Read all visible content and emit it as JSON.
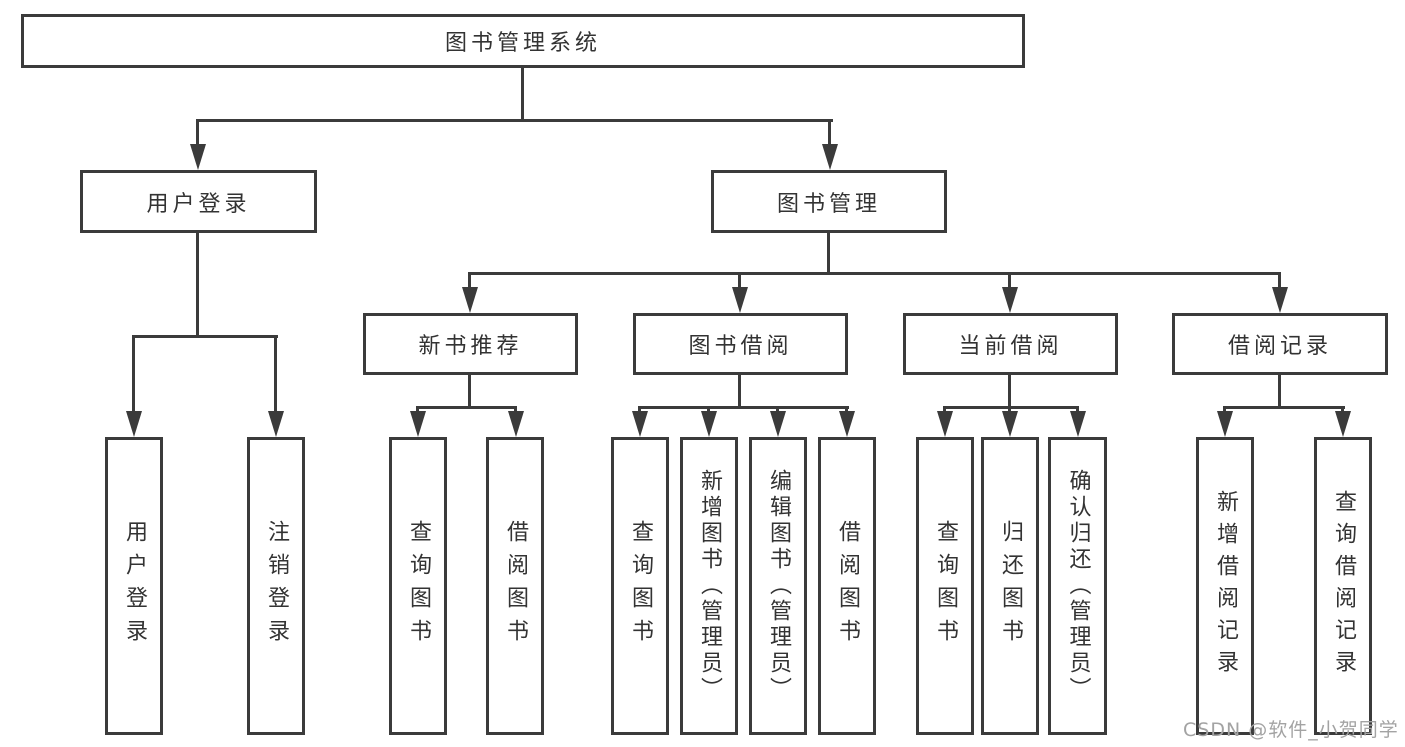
{
  "diagram": {
    "type": "hierarchy-tree",
    "watermark": "CSDN @软件_小贺同学",
    "colors": {
      "line": "#3b3b3b",
      "border": "#3b3b3b",
      "text": "#333333",
      "watermark": "#a3a3a3",
      "background": "#ffffff"
    },
    "tree": {
      "root": {
        "label": "图书管理系统",
        "children": [
          {
            "label": "用户登录",
            "children": [
              {
                "label": "用户登录"
              },
              {
                "label": "注销登录"
              }
            ]
          },
          {
            "label": "图书管理",
            "children": [
              {
                "label": "新书推荐",
                "children": [
                  {
                    "label": "查询图书"
                  },
                  {
                    "label": "借阅图书"
                  }
                ]
              },
              {
                "label": "图书借阅",
                "children": [
                  {
                    "label": "查询图书"
                  },
                  {
                    "label": "新增图书（管理员）"
                  },
                  {
                    "label": "编辑图书（管理员）"
                  },
                  {
                    "label": "借阅图书"
                  }
                ]
              },
              {
                "label": "当前借阅",
                "children": [
                  {
                    "label": "查询图书"
                  },
                  {
                    "label": "归还图书"
                  },
                  {
                    "label": "确认归还（管理员）"
                  }
                ]
              },
              {
                "label": "借阅记录",
                "children": [
                  {
                    "label": "新增借阅记录"
                  },
                  {
                    "label": "查询借阅记录"
                  }
                ]
              }
            ]
          }
        ]
      }
    }
  }
}
